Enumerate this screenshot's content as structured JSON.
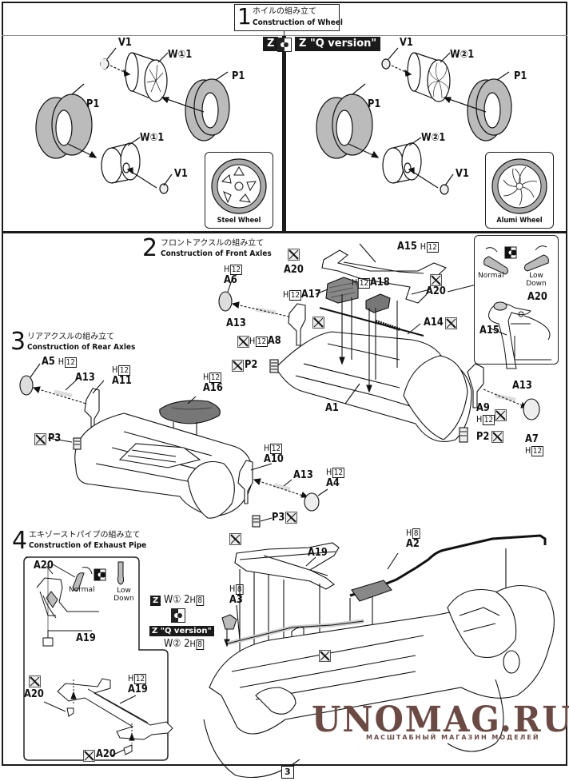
{
  "page": {
    "number": "3"
  },
  "steps": [
    {
      "num": "1",
      "jp": "ホイルの組み立て",
      "en": "Construction of Wheel"
    },
    {
      "num": "2",
      "jp": "フロントアクスルの組み立て",
      "en": "Construction of Front Axles"
    },
    {
      "num": "3",
      "jp": "リアアクスルの組み立て",
      "en": "Construction of Rear Axles"
    },
    {
      "num": "4",
      "jp": "エキゾーストパイプの組み立て",
      "en": "Construction of Exhaust Pipe"
    }
  ],
  "version_badges": {
    "z": "Z",
    "q": "Z \"Q version\""
  },
  "wheel_left": {
    "labels": {
      "v1a": "V1",
      "w1a": "W①1",
      "p1a": "P1",
      "p1b": "P1",
      "w1b": "W①1",
      "v1b": "V1"
    },
    "inset_caption": "Steel Wheel"
  },
  "wheel_right": {
    "labels": {
      "v1a": "V1",
      "w2a": "W②1",
      "p1a": "P1",
      "p1b": "P1",
      "w2b": "W②1",
      "v1b": "V1"
    },
    "inset_caption": "Alumi Wheel"
  },
  "front_axle": {
    "labels": {
      "a6": "A6",
      "a6_h": "12",
      "a20_top": "A20",
      "a15": "A15",
      "a15_h": "12",
      "a17": "A17",
      "a17_h": "12",
      "a18": "A18",
      "a18_h": "12",
      "a20_right": "A20",
      "a13": "A13",
      "a8": "A8",
      "a8_h": "12",
      "a14": "A14",
      "p2_left": "P2",
      "a1": "A1",
      "a13_right": "A13",
      "a9": "A9",
      "a9_h": "12",
      "a7": "A7",
      "a7_h": "12",
      "p2_right": "P2"
    },
    "inset": {
      "normal": "Normal",
      "low_down": "Low Down",
      "a20": "A20",
      "a15": "A15"
    }
  },
  "rear_axle": {
    "labels": {
      "a5": "A5",
      "a5_h": "12",
      "a13": "A13",
      "a11": "A11",
      "a11_h": "12",
      "a16": "A16",
      "a16_h": "12",
      "p3_left": "P3",
      "a10": "A10",
      "a10_h": "12",
      "a13_b": "A13",
      "a4": "A4",
      "a4_h": "12",
      "p3_right": "P3"
    }
  },
  "exhaust": {
    "labels": {
      "a19": "A19",
      "a2": "A2",
      "a2_h": "8",
      "a3": "A3",
      "a3_h": "8"
    },
    "z_line": {
      "part": "W①",
      "qty": "2",
      "h": "8"
    },
    "q_line": {
      "part": "W②",
      "qty": "2",
      "h": "8"
    },
    "inset_top": {
      "a20": "A20",
      "normal": "Normal",
      "low_down": "Low Down",
      "a19": "A19"
    },
    "inset_bottom": {
      "a20_left": "A20",
      "a19": "A19",
      "a19_h": "12",
      "a20_bottom": "A20"
    }
  },
  "watermark": {
    "brand": "UNOMAG.RU",
    "tagline": "МАСШТАБНЫЙ МАГАЗИН МОДЕЛЕЙ",
    "color": "#6b4a44"
  },
  "common": {
    "h_prefix": "H"
  }
}
